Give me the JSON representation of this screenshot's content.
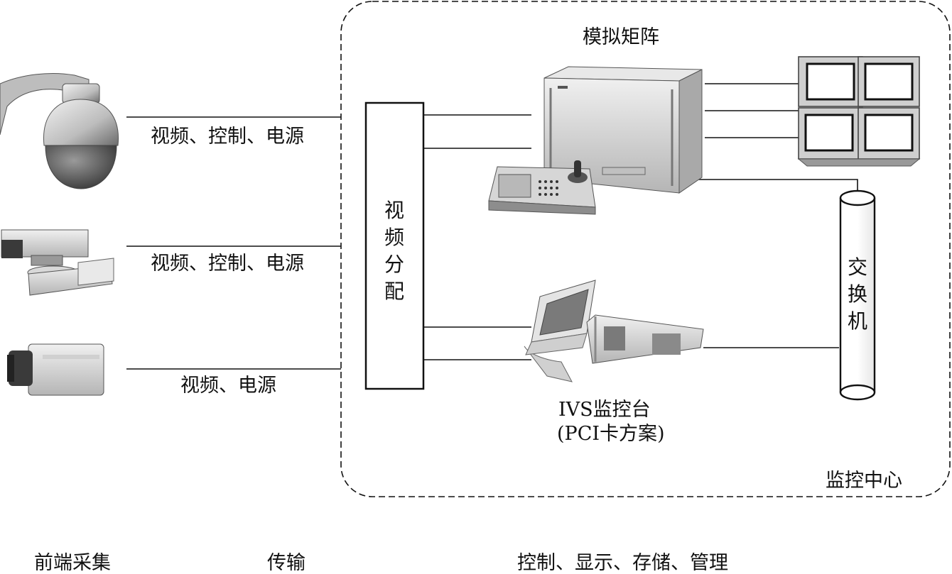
{
  "center": {
    "matrix_title": "模拟矩阵",
    "center_label": "监控中心",
    "distributor_chars": [
      "视",
      "频",
      "分",
      "配"
    ],
    "switch_chars": [
      "交",
      "换",
      "机"
    ],
    "ivs_title": "IVS监控台",
    "ivs_subtitle": "(PCI卡方案)"
  },
  "links": {
    "dome_label": "视频、控制、电源",
    "box_label": "视频、控制、电源",
    "fixed_label": "视频、电源"
  },
  "footer": {
    "front_label": "前端采集",
    "transport_label": "传输",
    "control_label": "控制、显示、存储、管理"
  },
  "icons": [
    "dome-camera-icon",
    "ptz-box-camera-icon",
    "fixed-camera-icon",
    "matrix-switcher-icon",
    "control-keyboard-icon",
    "monitor-wall-icon",
    "ivs-workstation-icon"
  ]
}
